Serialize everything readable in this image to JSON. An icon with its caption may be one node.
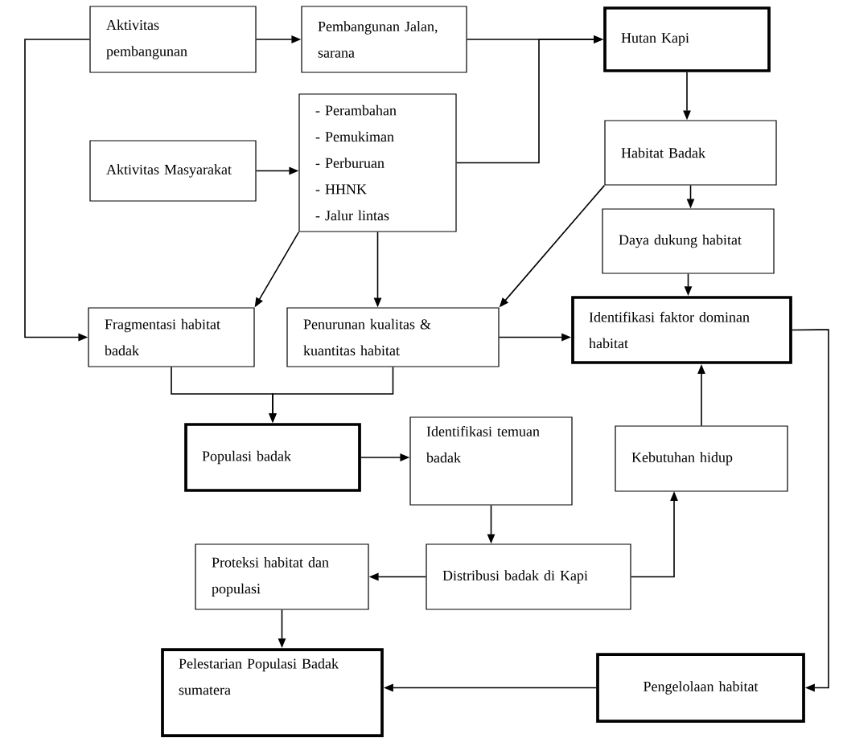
{
  "diagram": {
    "nodes": [
      {
        "text": [
          "Aktivitas pembangunan"
        ]
      },
      {
        "text": [
          "Pembangunan Jalan, sarana"
        ]
      },
      {
        "text": [
          "Hutan Kapi"
        ]
      },
      {
        "text": [
          "Aktivitas Masyarakat"
        ]
      },
      {
        "text": [
          "- Perambahan",
          "- Pemukiman",
          "- Perburuan",
          "- HHNK",
          "- Jalur lintas"
        ]
      },
      {
        "text": [
          "Habitat Badak"
        ]
      },
      {
        "text": [
          "Daya dukung habitat"
        ]
      },
      {
        "text": [
          "Fragmentasi habitat badak"
        ]
      },
      {
        "text": [
          "Penurunan kualitas & kuantitas habitat"
        ]
      },
      {
        "text": [
          "Identifikasi faktor dominan habitat"
        ]
      },
      {
        "text": [
          "Populasi badak"
        ]
      },
      {
        "text": [
          "Identifikasi temuan badak"
        ]
      },
      {
        "text": [
          "Kebutuhan hidup"
        ]
      },
      {
        "text": [
          "Proteksi habitat dan populasi"
        ]
      },
      {
        "text": [
          "Distribusi badak di Kapi"
        ]
      },
      {
        "text": [
          "Pelestarian Populasi Badak sumatera"
        ]
      },
      {
        "text": [
          "Pengelolaan habitat"
        ]
      }
    ],
    "edges": [
      {
        "from": 0,
        "to": 1,
        "arrow": "to"
      },
      {
        "from": 0,
        "to": 7,
        "arrow": "to"
      },
      {
        "from": 1,
        "to": 2,
        "arrow": "to"
      },
      {
        "from": 4,
        "to": 2,
        "arrow": "to"
      },
      {
        "from": 3,
        "to": 4,
        "arrow": "to"
      },
      {
        "from": 2,
        "to": 5,
        "arrow": "to"
      },
      {
        "from": 5,
        "to": 6,
        "arrow": "to"
      },
      {
        "from": 5,
        "to": 8,
        "arrow": "to"
      },
      {
        "from": 4,
        "to": 7,
        "arrow": "to"
      },
      {
        "from": 4,
        "to": 8,
        "arrow": "to"
      },
      {
        "from": 6,
        "to": 9,
        "arrow": "to"
      },
      {
        "from": 8,
        "to": 9,
        "arrow": "to"
      },
      {
        "from": 7,
        "to": 10,
        "arrow": "to"
      },
      {
        "from": 8,
        "to": 10,
        "arrow": "to"
      },
      {
        "from": 10,
        "to": 11,
        "arrow": "to"
      },
      {
        "from": 11,
        "to": 14,
        "arrow": "to"
      },
      {
        "from": 14,
        "to": 13,
        "arrow": "to"
      },
      {
        "from": 14,
        "to": 12,
        "arrow": "to"
      },
      {
        "from": 12,
        "to": 9,
        "arrow": "to"
      },
      {
        "from": 13,
        "to": 15,
        "arrow": "to"
      },
      {
        "from": 9,
        "to": 16,
        "arrow": "to"
      },
      {
        "from": 16,
        "to": 15,
        "arrow": "to"
      }
    ]
  }
}
